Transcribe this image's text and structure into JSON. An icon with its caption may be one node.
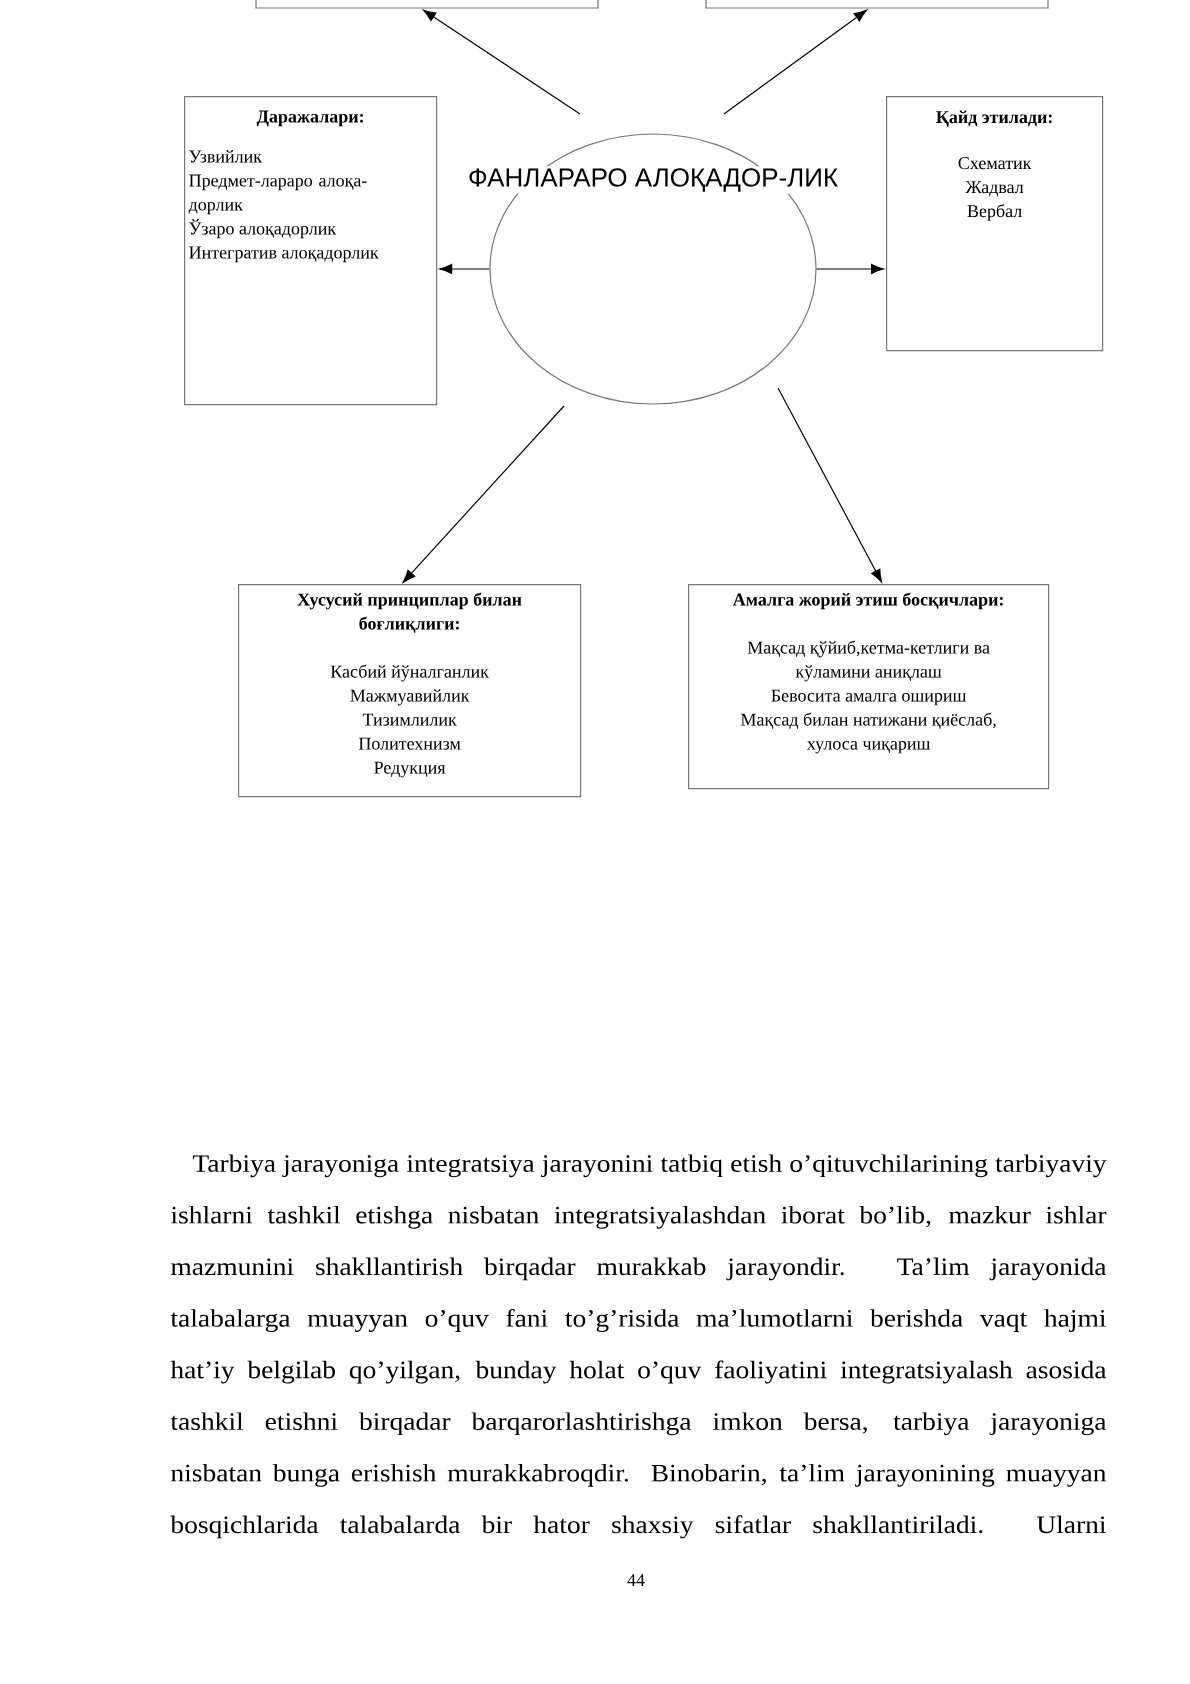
{
  "diagram": {
    "nodes": [
      {
        "text": [],
        "shape": "box"
      },
      {
        "text": [],
        "shape": "box"
      },
      {
        "text": [
          "Даражалари:",
          "Узвийлик",
          "Предмет-лараро алоқа-дорлик",
          "Ўзаро алоқадорлик",
          "Интегратив алоқадорлик"
        ]
      },
      {
        "text": [
          "ФАНЛАРАРО АЛОҚАДОР-ЛИК"
        ]
      },
      {
        "text": [
          "Қайд этилади:",
          "Схематик",
          "Жадвал",
          "Вербал"
        ]
      },
      {
        "text": [
          "Хусусий принциплар билан боғлиқлиги:",
          "Касбий йўналганлик",
          "Мажмуавийлик",
          "Тизимлилик",
          "Политехнизм",
          "Редукция"
        ]
      },
      {
        "text": [
          "Амалга жорий этиш босқичлари:",
          "Мақсад қўйиб,кетма-кетлиги ва кўламини аниқлаш",
          "Бевосита амалга ошириш",
          "Мақсад билан натижани қиёслаб, хулоса чиқариш"
        ]
      }
    ],
    "edges": [
      {
        "from": 3,
        "to": 0,
        "arrow": "to"
      },
      {
        "from": 3,
        "to": 1,
        "arrow": "to"
      },
      {
        "from": 3,
        "to": 2,
        "arrow": "to"
      },
      {
        "from": 3,
        "to": 4,
        "arrow": "to"
      },
      {
        "from": 3,
        "to": 5,
        "arrow": "to"
      },
      {
        "from": 3,
        "to": 6,
        "arrow": "to"
      }
    ],
    "labels": [
      "Tarbiya jarayoniga integratsiya jarayonini tatbiq etish o’qituvchilarining tarbiyaviy ishlarni tashkil etishga nisbatan integratsiyalashdan iborat bo’lib, mazkur ishlar mazmunini shakllantirish birqadar murakkab jarayondir. Ta’lim jarayonida talabalarga muayyan o’quv fani to’g’risida ma’lumotlarni berishda vaqt hajmi hat’iy belgilab qo’yilgan, bunday holat o’quv faoliyatini integratsiyalash asosida tashkil etishni birqadar barqarorlashtirishga imkon bersa, tarbiya jarayoniga nisbatan bunga erishish murakkabroqdir. Binobarin, ta’lim jarayonining muayyan bosqichlarida talabalarda bir hator shaxsiy sifatlar shakllantiriladi. Ularni",
      "44"
    ]
  }
}
